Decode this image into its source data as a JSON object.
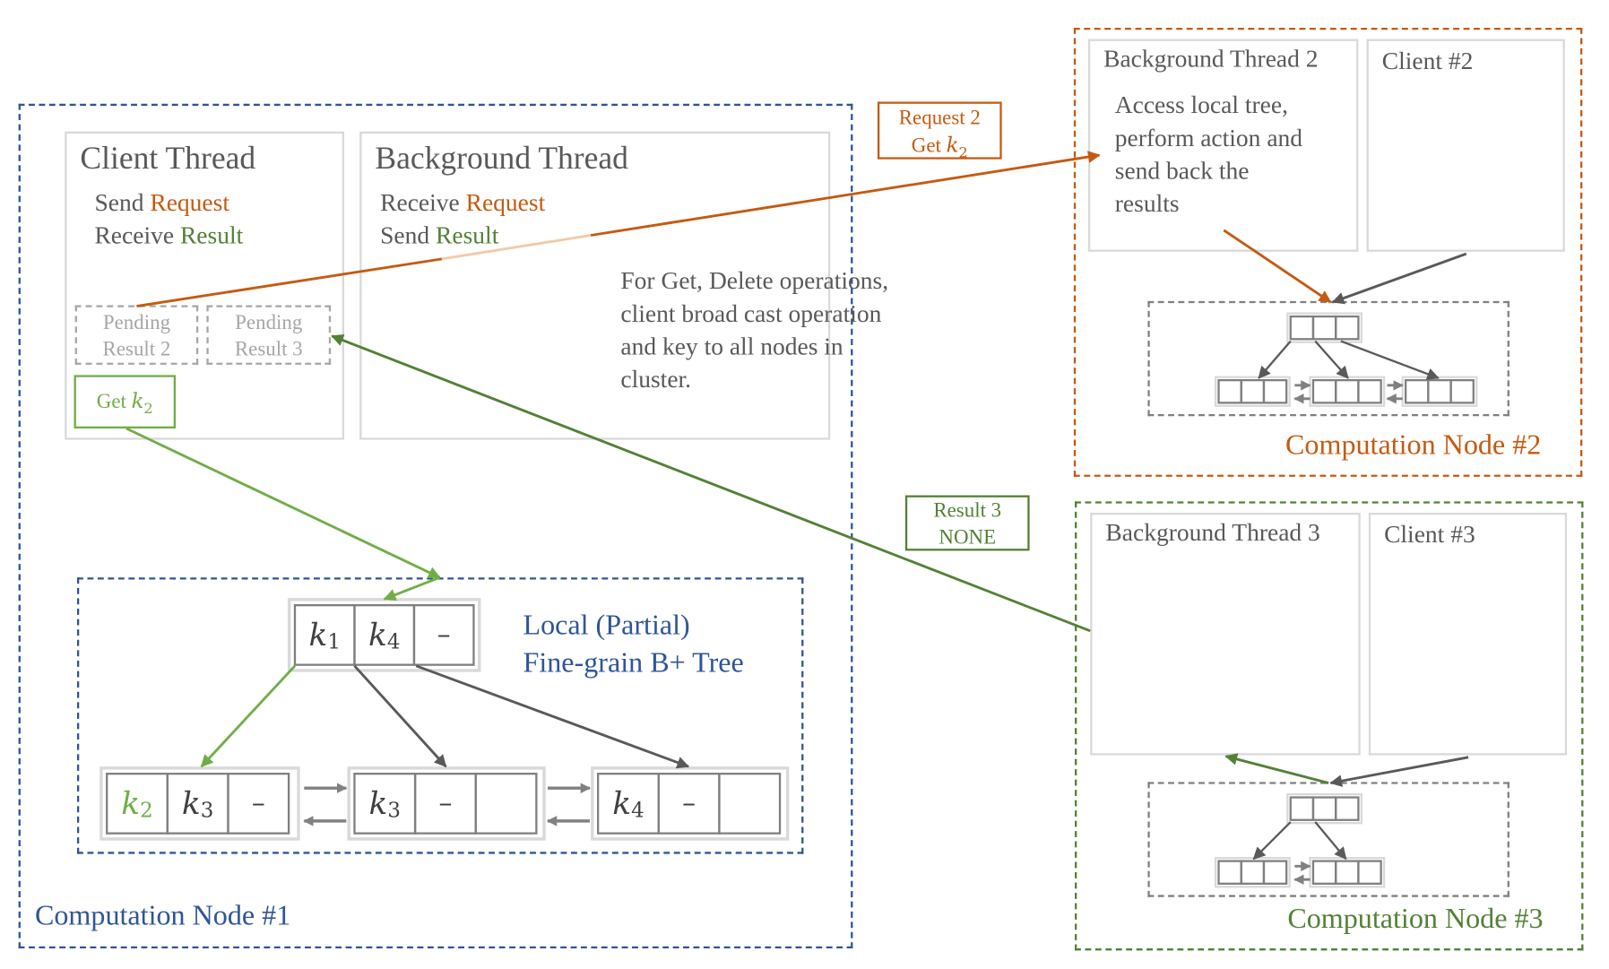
{
  "node1": {
    "label": "Computation Node #1",
    "client_thread": {
      "title": "Client Thread",
      "line1_prefix": "Send ",
      "line1_highlight": "Request",
      "line2_prefix": "Receive ",
      "line2_highlight": "Result",
      "pending": [
        {
          "line1": "Pending",
          "line2": "Result 2"
        },
        {
          "line1": "Pending",
          "line2": "Result 3"
        }
      ],
      "get_box": {
        "prefix": "Get ",
        "key": "k",
        "sub": "2"
      }
    },
    "background_thread": {
      "title": "Background Thread",
      "line1_prefix": "Receive ",
      "line1_highlight": "Request",
      "line2_prefix": "Send ",
      "line2_highlight": "Result"
    },
    "note": [
      "For Get, Delete operations,",
      "client broad cast operation",
      "and key to all nodes in",
      "cluster."
    ],
    "tree": {
      "label_line1": "Local (Partial)",
      "label_line2": "Fine-grain B+ Tree",
      "root": [
        {
          "key": "k",
          "sub": "1"
        },
        {
          "key": "k",
          "sub": "4"
        },
        {
          "key": "–",
          "sub": ""
        }
      ],
      "leaves": [
        [
          {
            "key": "k",
            "sub": "2",
            "highlight": true
          },
          {
            "key": "k",
            "sub": "3"
          },
          {
            "key": "–",
            "sub": ""
          }
        ],
        [
          {
            "key": "k",
            "sub": "3"
          },
          {
            "key": "–",
            "sub": ""
          },
          {
            "key": "",
            "sub": ""
          }
        ],
        [
          {
            "key": "k",
            "sub": "4"
          },
          {
            "key": "–",
            "sub": ""
          },
          {
            "key": "",
            "sub": ""
          }
        ]
      ]
    }
  },
  "node2": {
    "label": "Computation Node #2",
    "background_thread": {
      "title": "Background Thread 2",
      "text": [
        "Access local tree,",
        "perform action and",
        "send back the",
        "results"
      ]
    },
    "client": {
      "title": "Client #2"
    }
  },
  "node3": {
    "label": "Computation Node #3",
    "background_thread": {
      "title": "Background Thread 3"
    },
    "client": {
      "title": "Client #3"
    }
  },
  "messages": {
    "request": {
      "line1": "Request 2",
      "line2_prefix": "Get ",
      "key": "k",
      "sub": "2"
    },
    "result": {
      "line1": "Result 3",
      "line2": "NONE"
    }
  },
  "colors": {
    "node1": "#2f5597",
    "node2": "#c55a11",
    "node3": "#538135",
    "get_path": "#70ad47",
    "tree_arrow": "#595959"
  }
}
